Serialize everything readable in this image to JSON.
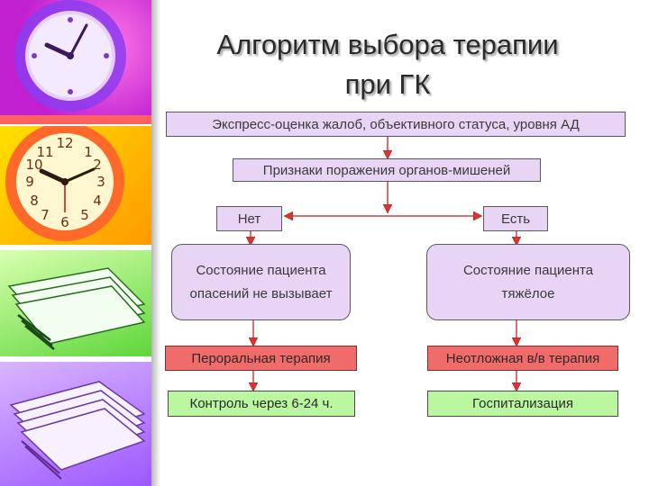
{
  "title": {
    "line1": "Алгоритм выбора терапии",
    "line2": "при ГК"
  },
  "flow": {
    "express": "Экспресс-оценка жалоб, объективного статуса, уровня АД",
    "signs": "Признаки поражения органов-мишеней",
    "no": "Нет",
    "yes": "Есть",
    "state_left": {
      "line1": "Состояние пациента",
      "line2": "опасений не вызывает"
    },
    "state_right": {
      "line1": "Состояние пациента",
      "line2": "тяжёлое"
    },
    "oral": "Пероральная терапия",
    "iv": "Неотложная в/в терапия",
    "control": "Контроль через 6-24 ч.",
    "hospital": "Госпитализация"
  },
  "colors": {
    "box_lavender": "#e8d5f6",
    "box_red": "#f26b6b",
    "box_green": "#baf7a0",
    "arrow": "#e03030"
  },
  "images": [
    "clock-icon",
    "clock-icon",
    "papers-icon",
    "papers-icon"
  ]
}
